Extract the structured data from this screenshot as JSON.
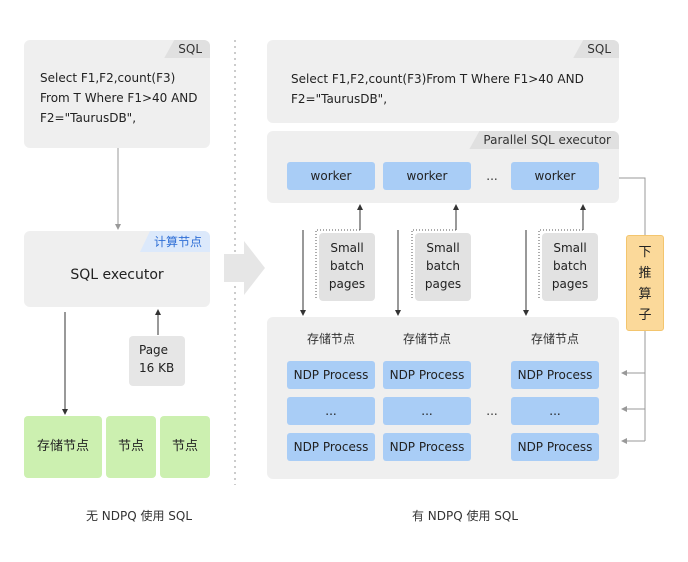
{
  "left": {
    "sql_tag": "SQL",
    "sql_code": "Select F1,F2,count(F3)\nFrom T Where F1>40 AND\nF2=\"TaurusDB\",",
    "compute_tag": "计算节点",
    "executor_label": "SQL executor",
    "page_label": "Page\n16 KB",
    "storage_nodes": [
      "存储节点",
      "节点",
      "节点"
    ],
    "caption": "无 NDPQ 使用 SQL"
  },
  "right": {
    "sql_tag": "SQL",
    "sql_code": "Select F1,F2,count(F3)From T Where F1>40 AND\nF2=\"TaurusDB\",",
    "parallel_tag": "Parallel SQL executor",
    "workers": [
      "worker",
      "worker",
      "worker"
    ],
    "workers_ellipsis": "...",
    "small_batch": [
      "Small\nbatch\npages",
      "Small\nbatch\npages",
      "Small\nbatch\npages"
    ],
    "pushdown_label": "下\n推\n算\n子",
    "storage_labels": [
      "存储节点",
      "存储节点",
      "存储节点"
    ],
    "ndp_rows": [
      [
        "NDP Process",
        "NDP Process",
        "NDP Process"
      ],
      [
        "...",
        "...",
        "..."
      ],
      [
        "NDP Process",
        "NDP Process",
        "NDP Process"
      ]
    ],
    "ndp_ellipsis": "...",
    "caption": "有 NDPQ 使用 SQL"
  },
  "colors": {
    "blue_box": "#a9cdf6",
    "green_box": "#ccf0b0",
    "orange_box": "#fbd99a",
    "gray_panel": "#efefef"
  }
}
